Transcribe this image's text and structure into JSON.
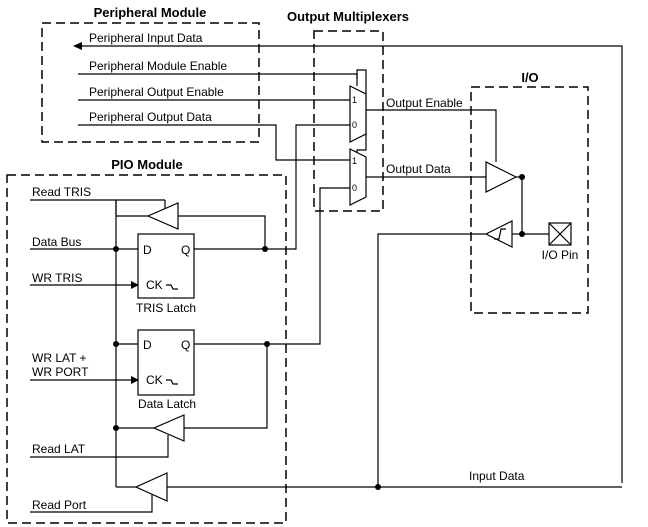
{
  "peripheral_module": {
    "title": "Peripheral Module",
    "signals": [
      "Peripheral Input Data",
      "Peripheral Module Enable",
      "Peripheral Output Enable",
      "Peripheral Output Data"
    ]
  },
  "output_multiplexers": {
    "title": "Output Multiplexers",
    "mux_input_1": "1",
    "mux_input_0": "0"
  },
  "io": {
    "title": "I/O",
    "output_enable": "Output Enable",
    "output_data": "Output Data",
    "pin_label": "I/O Pin"
  },
  "pio_module": {
    "title": "PIO Module",
    "read_tris": "Read TRIS",
    "data_bus": "Data Bus",
    "wr_tris": "WR TRIS",
    "wr_lat_line1": "WR LAT +",
    "wr_lat_line2": "WR PORT",
    "read_lat": "Read LAT",
    "read_port": "Read Port",
    "input_data": "Input Data",
    "d_label": "D",
    "q_label": "Q",
    "ck_label": "CK",
    "tris_latch": "TRIS Latch",
    "data_latch": "Data Latch"
  }
}
